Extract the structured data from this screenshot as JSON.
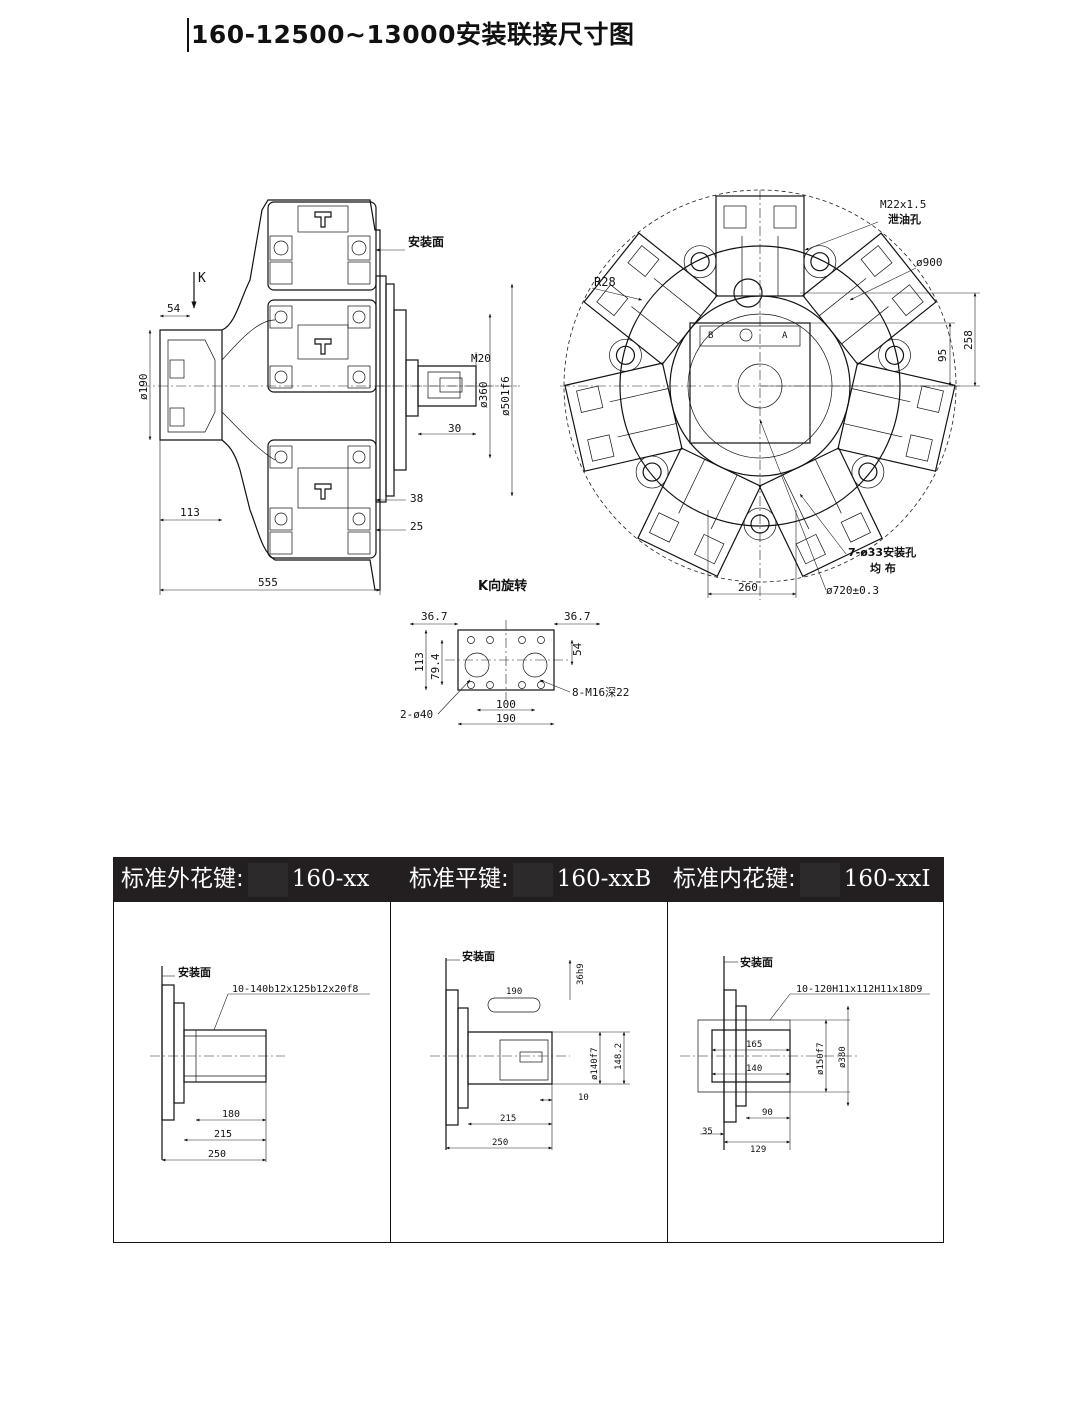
{
  "title": "160-12500~13000安装联接尺寸图",
  "side_view": {
    "k_label": "K",
    "mount_face": "安装面",
    "dims": {
      "d54": "54",
      "d190": "ø190",
      "d113": "113",
      "d555": "555",
      "m20": "M20",
      "d360": "ø360",
      "d501": "ø501f6",
      "d30": "30",
      "d38": "38",
      "d25": "25"
    }
  },
  "front_view": {
    "thread": "M22x1.5",
    "drain": "泄油孔",
    "d900": "ø900",
    "r28": "R28",
    "d258": "258",
    "d95": "95",
    "port_b": "B",
    "port_a": "A",
    "holes": "7-ø33安装孔",
    "even": "均 布",
    "d260": "260",
    "d720": "ø720±0.3"
  },
  "k_view": {
    "title": "K向旋转",
    "d367a": "36.7",
    "d367b": "36.7",
    "d113": "113",
    "d794": "79.4",
    "d54": "54",
    "d2040": "2-ø40",
    "d8m16": "8-M16深22",
    "d100": "100",
    "d190": "190"
  },
  "table": {
    "headers": [
      {
        "label": "标准外花键:",
        "code": "160-xx"
      },
      {
        "label": "标准平键:",
        "code": "160-xxB"
      },
      {
        "label": "标准内花键:",
        "code": "160-xxI"
      }
    ],
    "spline_ext": {
      "mount": "安装面",
      "spec": "10-140b12x125b12x20f8",
      "d180": "180",
      "d215": "215",
      "d250": "250"
    },
    "key": {
      "mount": "安装面",
      "d190": "190",
      "d36h9": "36h9",
      "d140f7": "ø140f7",
      "d148": "148.2",
      "d10": "10",
      "d215": "215",
      "d250": "250"
    },
    "spline_int": {
      "mount": "安装面",
      "spec": "10-120H11x112H11x18D9",
      "d165": "165",
      "d140": "140",
      "d150f7": "ø150f7",
      "d380": "ø380",
      "d90": "90",
      "d35": "35",
      "d129": "129"
    }
  }
}
